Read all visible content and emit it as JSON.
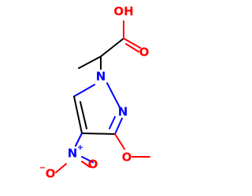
{
  "molecule": {
    "colors": {
      "carbon_bond": "#000000",
      "oxygen": "#ff0000",
      "nitrogen": "#0000ff"
    },
    "labels": {
      "acid_oh": "OH",
      "acid_o": "O",
      "ring_n1": "N",
      "ring_n2": "N",
      "methoxy_o": "O",
      "nitro_n": "N",
      "nitro_o_top": "O",
      "nitro_o_left": "O",
      "nitro_n_charge": "+",
      "nitro_o_charge": "−"
    }
  }
}
